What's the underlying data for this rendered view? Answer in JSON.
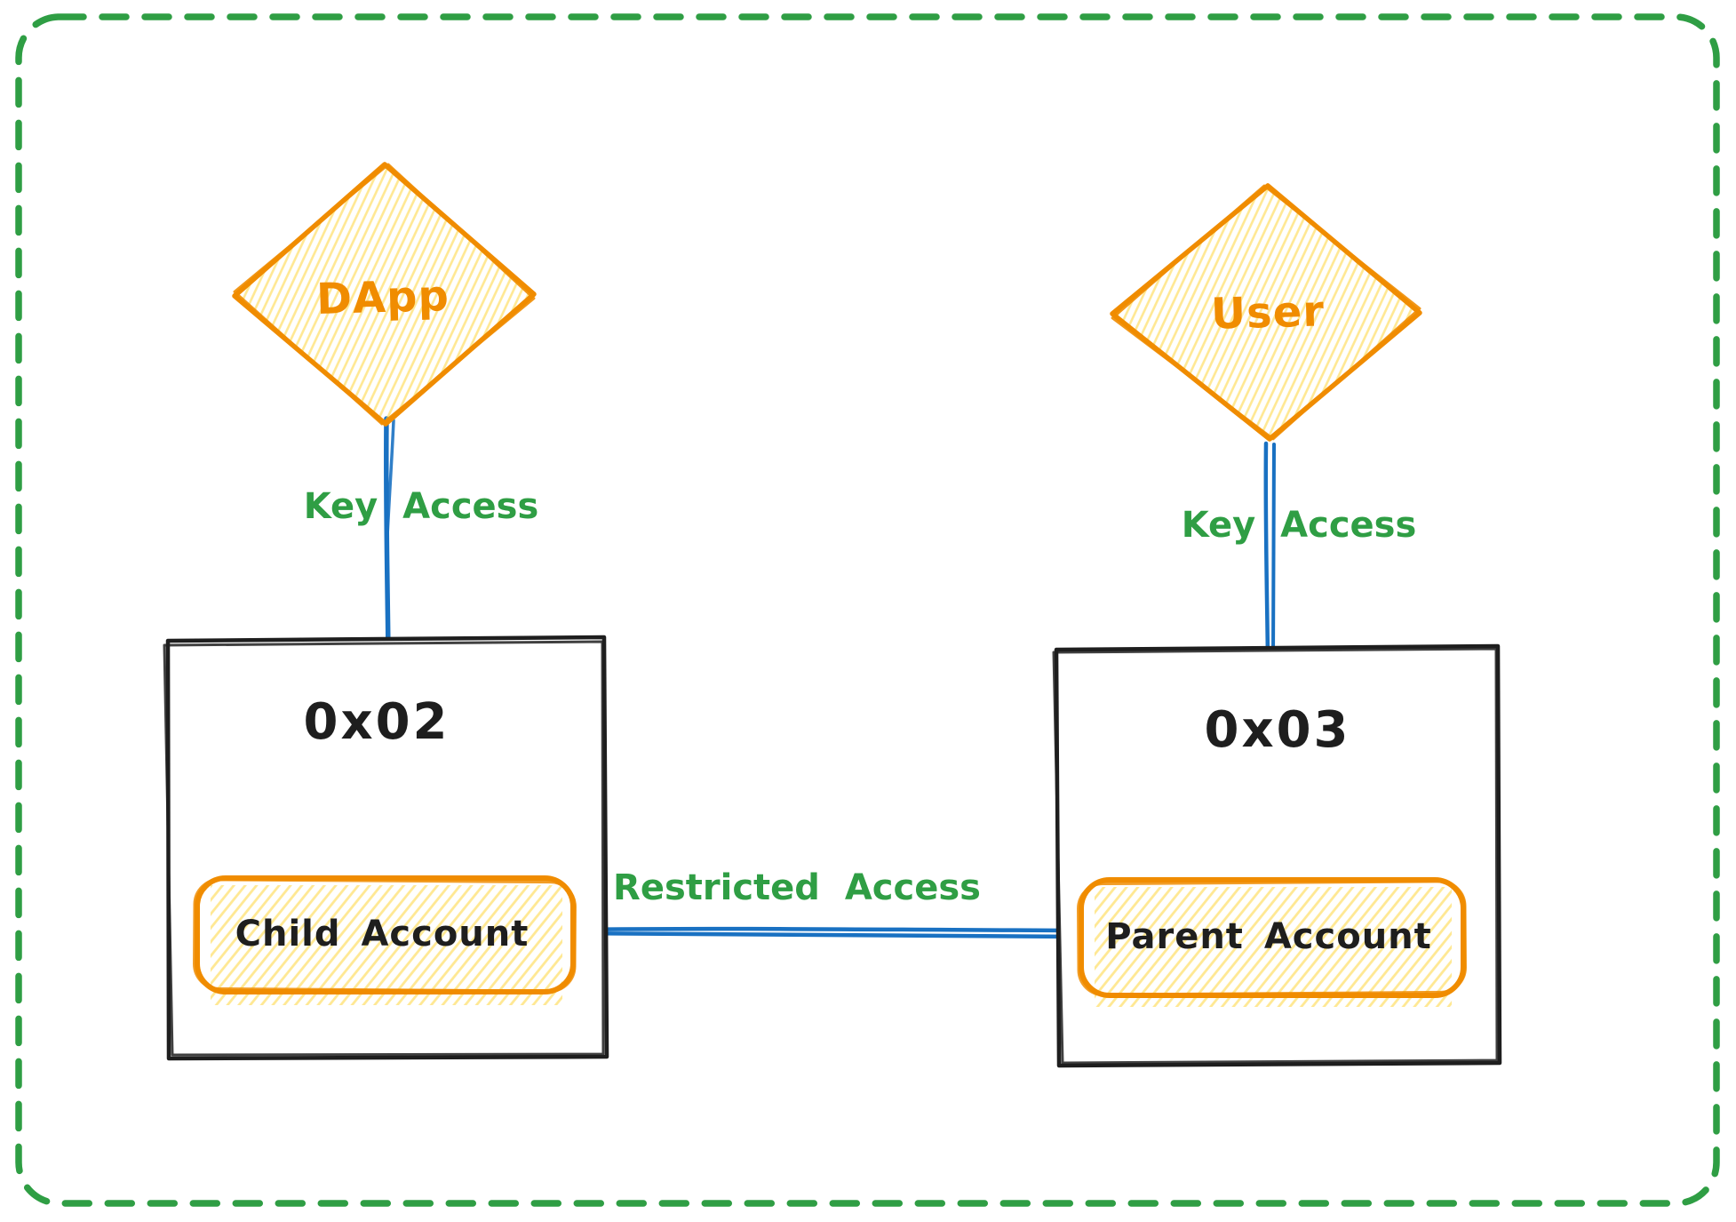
{
  "nodes": {
    "dapp": {
      "label": "DApp"
    },
    "user": {
      "label": "User"
    },
    "account_0x02": {
      "title": "0x02",
      "child_account": {
        "label": "Child Account"
      }
    },
    "account_0x03": {
      "title": "0x03",
      "parent_account": {
        "label": "Parent Account"
      }
    }
  },
  "edges": {
    "dapp_key_access": {
      "label": "Key Access"
    },
    "user_key_access": {
      "label": "Key Access"
    },
    "restricted_access": {
      "label": "Restricted Access"
    }
  },
  "colors": {
    "orange_stroke": "#f08c00",
    "orange_hachure": "#ffd43b",
    "green": "#2f9e44",
    "blue": "#1971c2",
    "ink": "#1e1e1e",
    "background": "#ffffff"
  }
}
